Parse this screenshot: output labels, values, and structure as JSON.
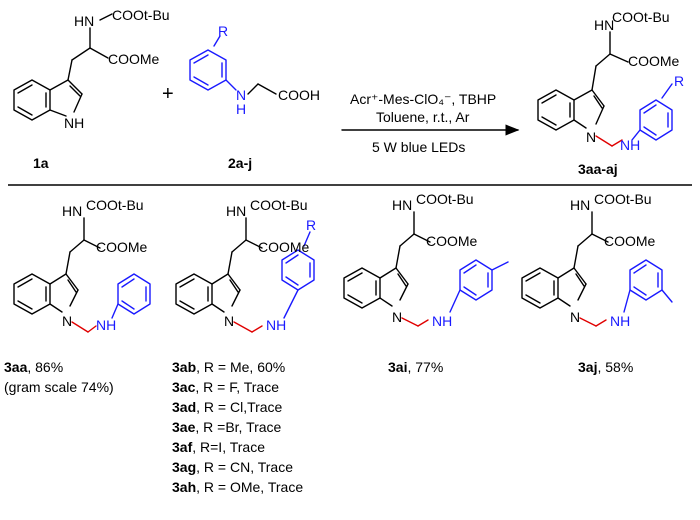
{
  "groups": {
    "boc_nh": "HN",
    "boc": "COOt-Bu",
    "ester": "COOMe",
    "indole_nh": "NH",
    "indole_n": "N",
    "amine_nh": "NH",
    "amine_n": "N",
    "h": "H",
    "acid": "COOH",
    "r": "R"
  },
  "reaction": {
    "plus": "+",
    "conditions_line1": "Acr⁺-Mes-ClO₄⁻, TBHP",
    "conditions_line2": "Toluene, r.t., Ar",
    "conditions_line3": "5 W blue LEDs"
  },
  "compounds": {
    "reactant1": "1a",
    "reactant2": "2a-j",
    "product": "3aa-aj"
  },
  "results": {
    "aa": {
      "id": "3aa",
      "text": ", 86%",
      "note": "(gram scale 74%)"
    },
    "ab_series": [
      {
        "id": "3ab",
        "text": ", R = Me, 60%"
      },
      {
        "id": "3ac",
        "text": ", R = F, Trace"
      },
      {
        "id": "3ad",
        "text": ", R = Cl,Trace"
      },
      {
        "id": "3ae",
        "text": ", R =Br, Trace"
      },
      {
        "id": "3af",
        "text": ", R=I, Trace"
      },
      {
        "id": "3ag",
        "text": ", R = CN, Trace"
      },
      {
        "id": "3ah",
        "text": ", R = OMe, Trace"
      }
    ],
    "ai": {
      "id": "3ai",
      "text": ", 77%"
    },
    "aj": {
      "id": "3aj",
      "text": ", 58%"
    }
  }
}
